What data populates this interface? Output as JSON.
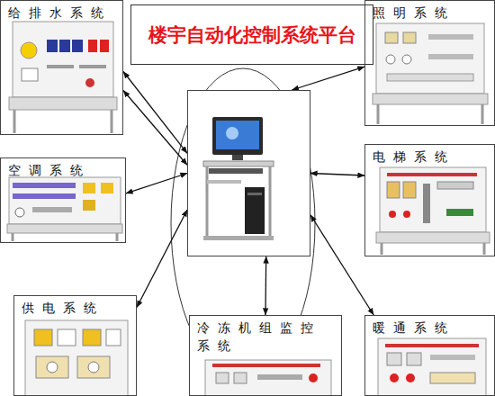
{
  "diagram": {
    "title": "楼宇自动化控制系统平台",
    "nodes": [
      {
        "text": [
          "给排水系统"
        ]
      },
      {
        "text": [
          "照明系统"
        ]
      },
      {
        "text": []
      },
      {
        "text": [
          "空调系统"
        ]
      },
      {
        "text": [
          "电梯系统"
        ]
      },
      {
        "text": [
          "供电系统"
        ]
      },
      {
        "text": [
          "冷冻机组监控系统"
        ]
      },
      {
        "text": [
          "暖通系统"
        ]
      }
    ],
    "edges": [
      {
        "from": 0,
        "to": 2,
        "arrow": "both"
      },
      {
        "from": 0,
        "to": 2,
        "arrow": "both"
      },
      {
        "from": 1,
        "to": 2,
        "arrow": "both"
      },
      {
        "from": 3,
        "to": 2,
        "arrow": "both"
      },
      {
        "from": 4,
        "to": 2,
        "arrow": "both"
      },
      {
        "from": 5,
        "to": 2,
        "arrow": "both"
      },
      {
        "from": 6,
        "to": 2,
        "arrow": "both"
      },
      {
        "from": 7,
        "to": 2,
        "arrow": "both"
      }
    ]
  }
}
